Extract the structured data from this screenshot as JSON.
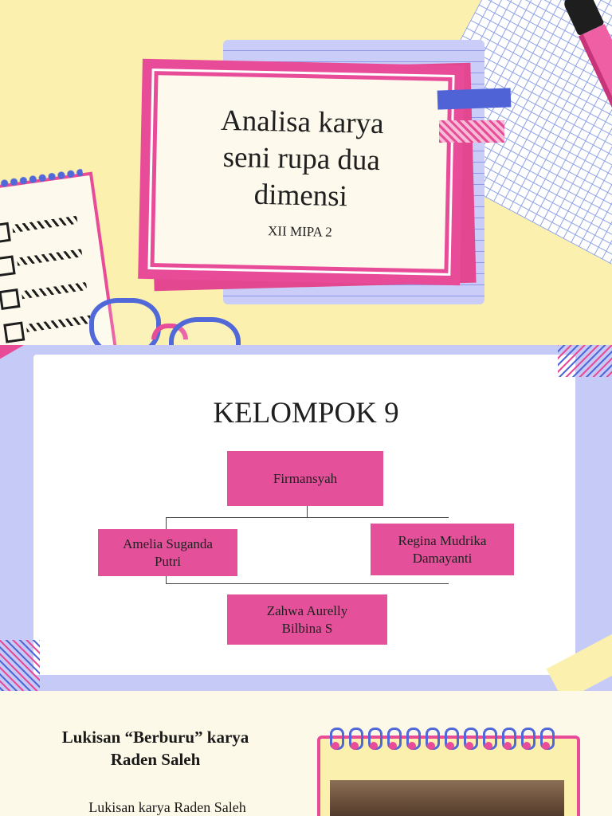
{
  "slide1": {
    "title_lines": [
      "Analisa karya",
      "seni rupa dua",
      "dimensi"
    ],
    "subtitle": "XII MIPA 2"
  },
  "slide2": {
    "heading": "KELOMPOK 9",
    "org_chart": {
      "top": [
        "Firmansyah"
      ],
      "left": [
        "Amelia Suganda",
        "Putri"
      ],
      "right": [
        "Regina Mudrika",
        "Damayanti"
      ],
      "bottom": [
        "Zahwa Aurelly",
        "Bilbina S"
      ]
    }
  },
  "slide3": {
    "heading_lines": [
      "Lukisan “Berburu” karya",
      "Raden Saleh"
    ],
    "body": "Lukisan karya Raden Saleh"
  },
  "colors": {
    "pink": "#e84c98",
    "blue": "#5068d8",
    "yellow": "#fbf0ad",
    "lavender": "#c5cbf6"
  },
  "icons": [
    "grid-paper",
    "pencil-icon",
    "checklist-icon",
    "glasses-icon",
    "spiral-notebook-icon"
  ]
}
